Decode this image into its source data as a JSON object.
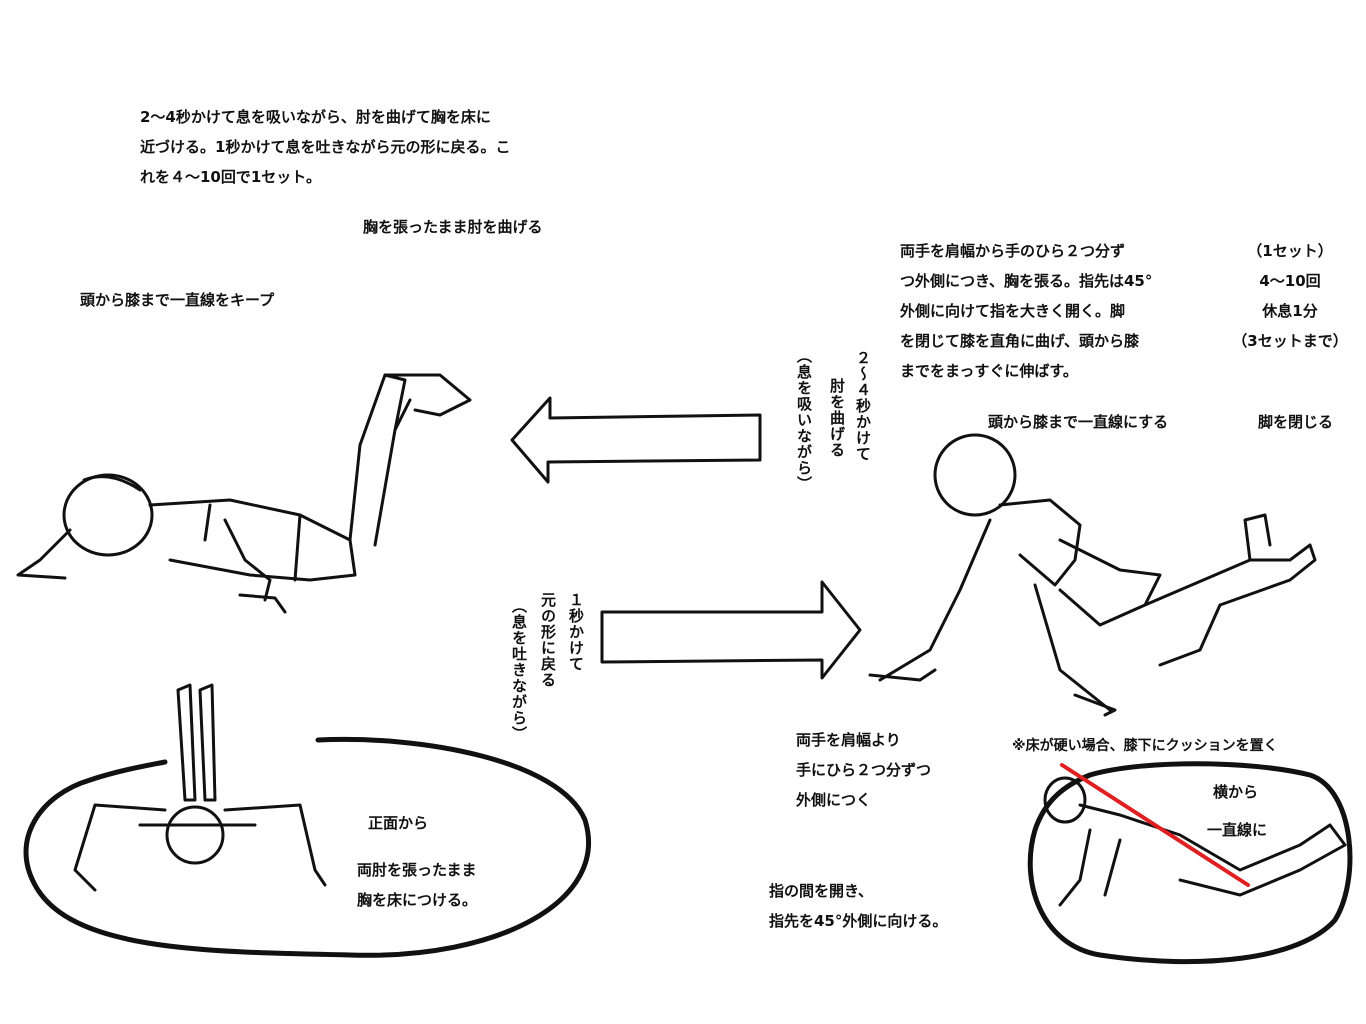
{
  "top_instruction": "2〜4秒かけて息を吸いながら、肘を曲げて胸を床に\n近づける。1秒かけて息を吐きながら元の形に戻る。こ\nれを４〜10回で1セット。",
  "label_chest": "胸を張ったまま肘を曲げる",
  "label_keep_line": "頭から膝まで一直線をキープ",
  "setup_instruction": "両手を肩幅から手のひら２つ分ず\nつ外側につき、胸を張る。指先は45°\n外側に向けて指を大きく開く。脚\nを閉じて膝を直角に曲げ、頭から膝\nまでをまっすぐに伸ばす。",
  "set_info": {
    "title": "（1セット）",
    "reps": "4〜10回",
    "rest": "休息1分",
    "max": "（3セットまで）"
  },
  "label_straight_line": "頭から膝まで一直線にする",
  "label_close_legs": "脚を閉じる",
  "arrow_down": {
    "line1": "２〜４秒かけて",
    "line2": "肘を曲げる",
    "line3": "（息を吸いながら）"
  },
  "arrow_up": {
    "line1": "１秒かけて",
    "line2": "元の形に戻る",
    "line3": "（息を吐きながら）"
  },
  "front_view": {
    "title": "正面から",
    "desc": "両肘を張ったまま\n胸を床につける。"
  },
  "hands_placement": "両手を肩幅より\n手にひら２つ分ずつ\n外側につく",
  "cushion_note": "※床が硬い場合、膝下にクッションを置く",
  "side_view": {
    "title": "横から",
    "desc": "一直線に"
  },
  "fingers_note": "指の間を開き、\n指先を45°外側に向ける。",
  "colors": {
    "line": "#111111",
    "guide": "#e02020"
  }
}
